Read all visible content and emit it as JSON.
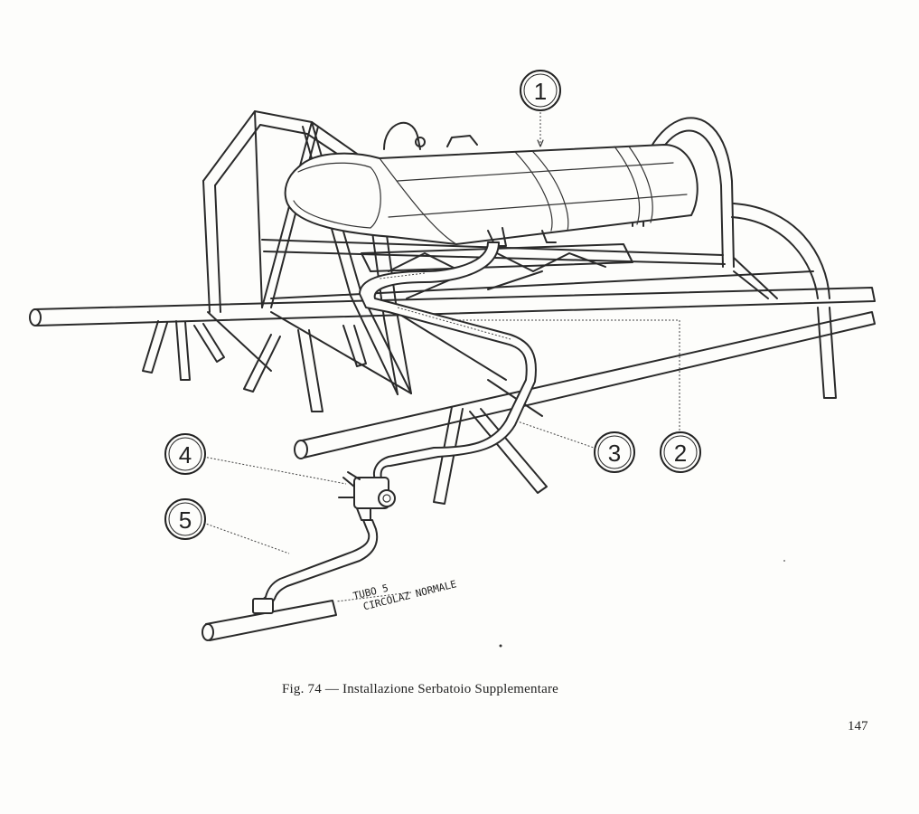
{
  "figure": {
    "caption": "Fig. 74 — Installazione Serbatoio Supplementare",
    "page_number": "147",
    "callouts": [
      "1",
      "2",
      "3",
      "4",
      "5"
    ],
    "handwritten_note_line1": "TUBO 5",
    "handwritten_note_line2": "CIRCOLAZ NORMALE"
  }
}
